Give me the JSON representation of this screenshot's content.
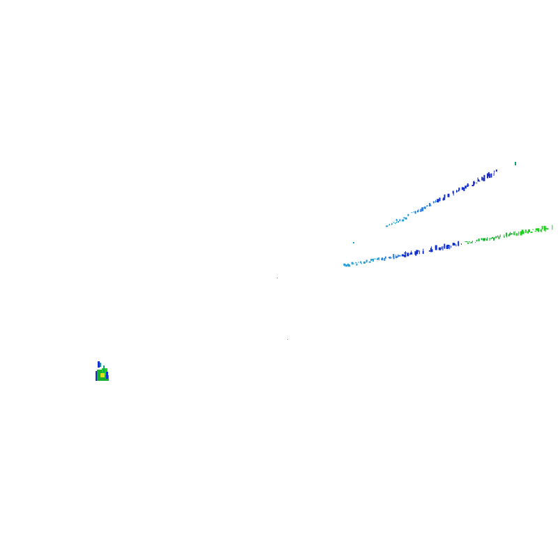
{
  "palette": {
    "background": "#ffffff",
    "cyan": "#1ea0d8",
    "light_blue": "#2a7fe0",
    "blue": "#1030d0",
    "dark_blue": "#1828b8",
    "green": "#18b030",
    "bright_green": "#20d020",
    "teal": "#10a070",
    "yellow": "#e0e020",
    "gray": "#888888"
  },
  "objects": [
    {
      "kind": "scatter-trail",
      "name": "upper-trail",
      "colors": [
        "cyan",
        "light_blue",
        "blue",
        "dark_blue",
        "teal"
      ]
    },
    {
      "kind": "scatter-trail",
      "name": "lower-trail",
      "colors": [
        "cyan",
        "light_blue",
        "blue",
        "green",
        "bright_green"
      ]
    },
    {
      "kind": "blob",
      "name": "left-cluster",
      "colors": [
        "blue",
        "green",
        "yellow"
      ]
    },
    {
      "kind": "dot",
      "name": "center-dot",
      "colors": [
        "gray"
      ]
    }
  ]
}
